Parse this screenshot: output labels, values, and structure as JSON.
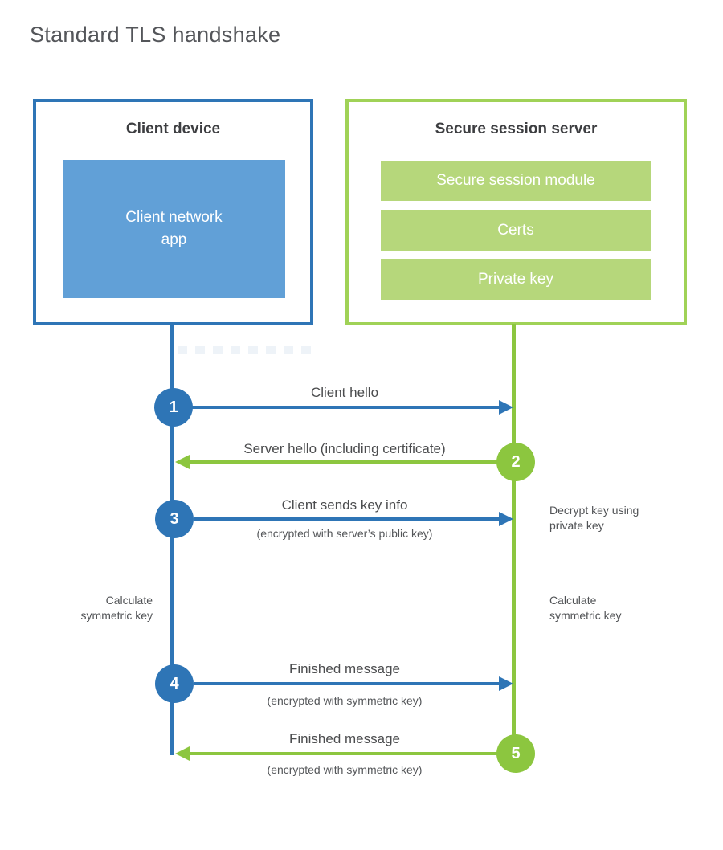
{
  "title": "Standard TLS handshake",
  "colors": {
    "client_blue": "#2e75b6",
    "client_fill_blue": "#61a0d7",
    "server_green": "#8cc63f",
    "server_border_green": "#a0d257",
    "server_fill_green": "#b6d77b",
    "heading_text": "#3d3e41",
    "label_text": "#4b4c4e"
  },
  "client": {
    "title": "Client device",
    "app": {
      "line1": "Client network",
      "line2": "app"
    }
  },
  "server": {
    "title": "Secure session server",
    "modules": [
      "Secure session module",
      "Certs",
      "Private key"
    ]
  },
  "messages": [
    {
      "step": "1",
      "direction": "client-to-server",
      "label": "Client hello",
      "sublabel": ""
    },
    {
      "step": "2",
      "direction": "server-to-client",
      "label": "Server hello (including certificate)",
      "sublabel": ""
    },
    {
      "step": "3",
      "direction": "client-to-server",
      "label": "Client sends key info",
      "sublabel": "(encrypted with server’s public key)"
    },
    {
      "step": "4",
      "direction": "client-to-server",
      "label": "Finished message",
      "sublabel": "(encrypted with symmetric key)"
    },
    {
      "step": "5",
      "direction": "server-to-client",
      "label": "Finished message",
      "sublabel": "(encrypted with symmetric key)"
    }
  ],
  "notes": {
    "decrypt": {
      "line1": "Decrypt key using",
      "line2": "private key"
    },
    "calc_client": {
      "line1": "Calculate",
      "line2": "symmetric key"
    },
    "calc_server": {
      "line1": "Calculate",
      "line2": "symmetric key"
    }
  }
}
